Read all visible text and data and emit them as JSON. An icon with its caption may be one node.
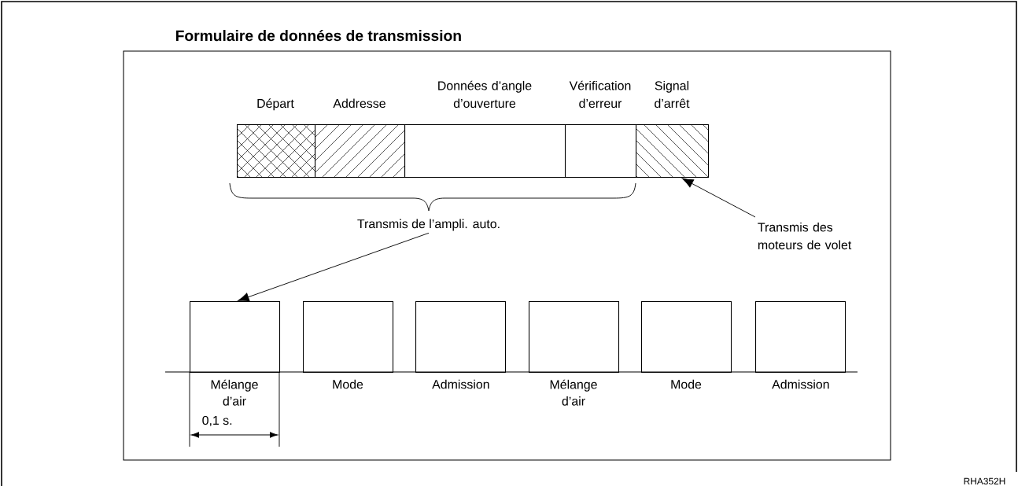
{
  "diagram": {
    "title": "Formulaire de données de transmission",
    "nodes": [
      {
        "text": [
          "Départ"
        ]
      },
      {
        "text": [
          "Addresse"
        ]
      },
      {
        "text": [
          "Données d’angle d’ouverture"
        ]
      },
      {
        "text": [
          "Vérification d’erreur"
        ]
      },
      {
        "text": [
          "Signal d’arrêt"
        ]
      },
      {
        "text": [
          "Transmis de l’ampli. auto."
        ]
      },
      {
        "text": [
          "Transmis des moteurs de volet"
        ]
      },
      {
        "text": [
          "Mélange d’air"
        ]
      },
      {
        "text": [
          "Mode"
        ]
      },
      {
        "text": [
          "Admission"
        ]
      },
      {
        "text": [
          "Mélange d’air"
        ]
      },
      {
        "text": [
          "Mode"
        ]
      },
      {
        "text": [
          "Admission"
        ]
      }
    ],
    "edges": [
      {
        "from": 5,
        "to": 7,
        "arrow": "to"
      },
      {
        "from": 6,
        "to": 4,
        "arrow": "to"
      }
    ],
    "labels": [
      "0,1 s.",
      "RHA352H"
    ]
  }
}
